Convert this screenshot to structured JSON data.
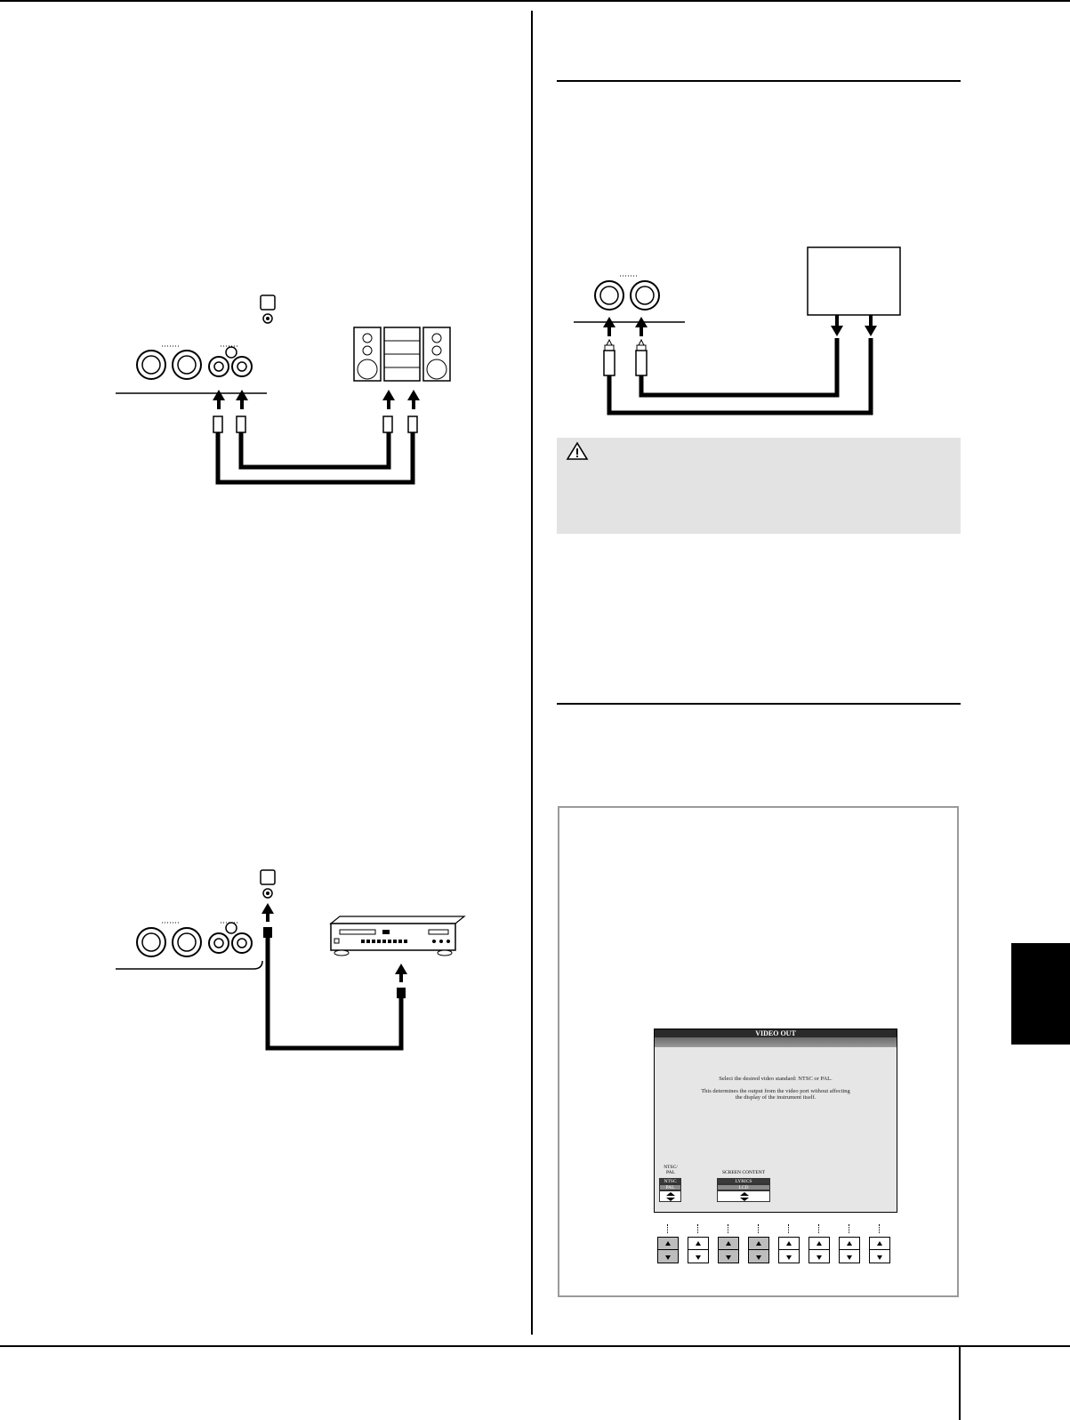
{
  "screen": {
    "title": "VIDEO OUT",
    "line1": "Select the desired video standard: NTSC or PAL.",
    "line2": "This determines the output from the video port without affecting",
    "line3": "the display of the instrument itself.",
    "ntsc_pal_label_1": "NTSC/",
    "ntsc_pal_label_2": "PAL",
    "ntsc_option": "NTSC",
    "pal_option": "PAL",
    "screen_content_label": "SCREEN CONTENT",
    "lyrics_option": "LYRICS",
    "lcd_option": "LCD"
  },
  "colors": {
    "caution_background": "#e3e3e3",
    "section_tab": "#000000",
    "panel_border": "#9a9a9a"
  },
  "icons": {
    "caution": "warning-triangle-icon"
  }
}
